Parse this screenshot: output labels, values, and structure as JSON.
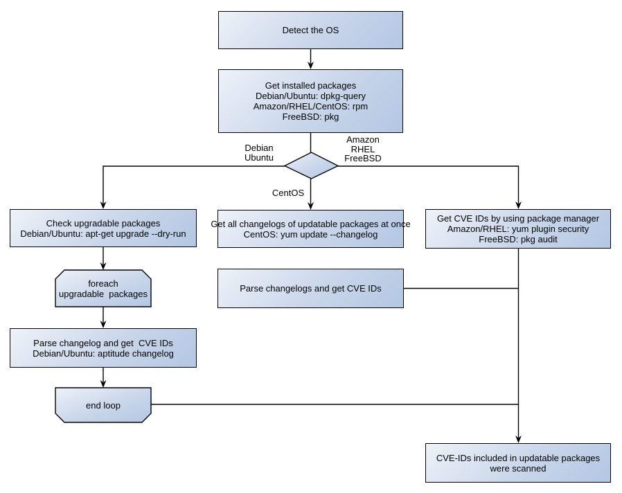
{
  "diagram": {
    "nodes": {
      "detect_os": {
        "lines": [
          "Detect the OS"
        ]
      },
      "get_installed_packages": {
        "lines": [
          "Get installed packages",
          "Debian/Ubuntu: dpkg-query",
          "Amazon/RHEL/CentOS: rpm",
          "FreeBSD: pkg"
        ]
      },
      "check_upgradable_packages": {
        "lines": [
          "Check upgradable packages",
          "Debian/Ubuntu: apt-get upgrade --dry-run"
        ]
      },
      "foreach_loop_start": {
        "lines": [
          "foreach",
          "upgradable  packages"
        ]
      },
      "parse_changelog_debian": {
        "lines": [
          "Parse changelog and get  CVE IDs",
          "Debian/Ubuntu: aptitude changelog"
        ]
      },
      "end_loop": {
        "lines": [
          "end loop"
        ]
      },
      "get_all_changelogs_centos": {
        "lines": [
          "Get all changelogs of updatable packages at once",
          "CentOS: yum update --changelog"
        ]
      },
      "parse_changelogs_centos": {
        "lines": [
          "Parse changelogs and get CVE IDs"
        ]
      },
      "get_cve_ids_pkg_manager": {
        "lines": [
          "Get CVE IDs by using package manager",
          "Amazon/RHEL: yum plugin security",
          "FreeBSD: pkg audit"
        ]
      },
      "result_scanned": {
        "lines": [
          "CVE-IDs included in updatable packages",
          "were scanned"
        ]
      }
    },
    "edge_labels": {
      "debian_ubuntu": [
        "Debian",
        "Ubuntu"
      ],
      "amazon_rhel_freebsd": [
        "Amazon",
        "RHEL",
        "FreeBSD"
      ],
      "centos": [
        "CentOS"
      ]
    },
    "colors": {
      "node_fill_light": "#eef2f9",
      "node_fill_dark": "#b3c7e3",
      "node_border": "#000000",
      "connector": "#000000",
      "background": "#ffffff",
      "text": "#000000"
    }
  }
}
